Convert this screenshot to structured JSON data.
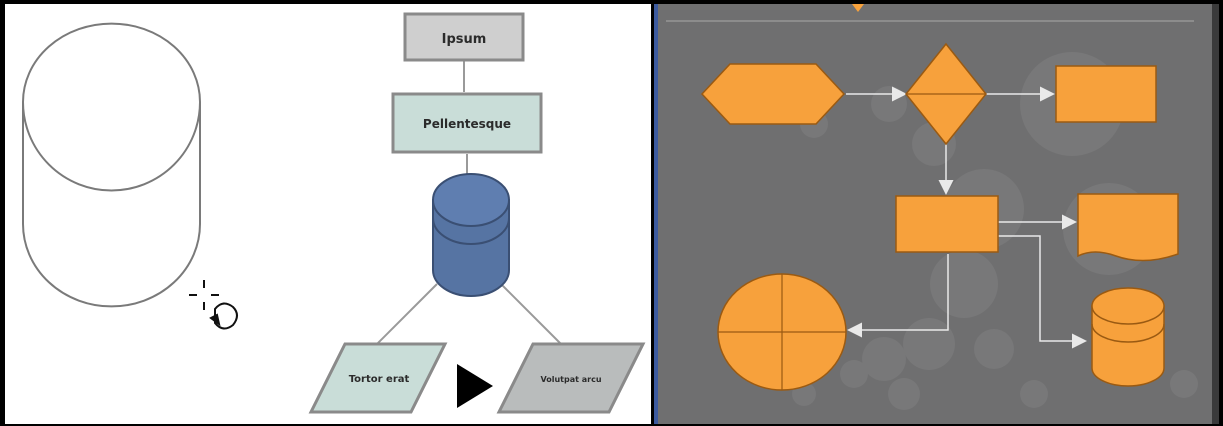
{
  "left_panel": {
    "nodes": {
      "top_label": "Ipsum",
      "middle_label": "Pellentesque",
      "bottom_left_label": "Tortor erat",
      "bottom_right_label": "Volutpat arcu"
    },
    "colors": {
      "box_fill": "#c9ddd8",
      "box_gray": "#cfcfcf",
      "cylinder_fill": "#5674a3",
      "para_gray": "#b9bcbc"
    },
    "cursor_icon": "move-crosshair-cursor",
    "play_icon": "play-triangle-icon"
  },
  "right_panel": {
    "colors": {
      "background": "#6f6f70",
      "shape_fill": "#f7a13c",
      "connector": "#e9e9e9",
      "bubble": "#777778"
    }
  }
}
